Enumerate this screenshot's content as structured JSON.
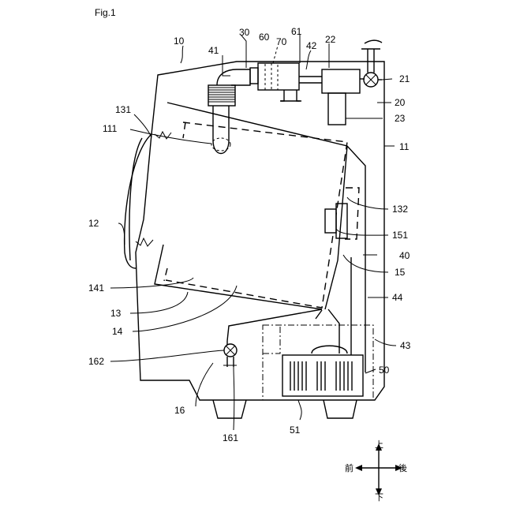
{
  "figure": {
    "title": "Fig.1",
    "refs": {
      "r10": "10",
      "r30": "30",
      "r60": "60",
      "r70": "70",
      "r61": "61",
      "r42": "42",
      "r22": "22",
      "r41": "41",
      "r21": "21",
      "r20": "20",
      "r131": "131",
      "r23": "23",
      "r111": "111",
      "r11": "11",
      "r132": "132",
      "r12": "12",
      "r151": "151",
      "r40": "40",
      "r15": "15",
      "r141": "141",
      "r44": "44",
      "r13": "13",
      "r14": "14",
      "r43": "43",
      "r162": "162",
      "r50": "50",
      "r16": "16",
      "r51": "51",
      "r161": "161"
    },
    "compass": {
      "up": "上",
      "down": "下",
      "front": "前",
      "back": "後"
    }
  }
}
